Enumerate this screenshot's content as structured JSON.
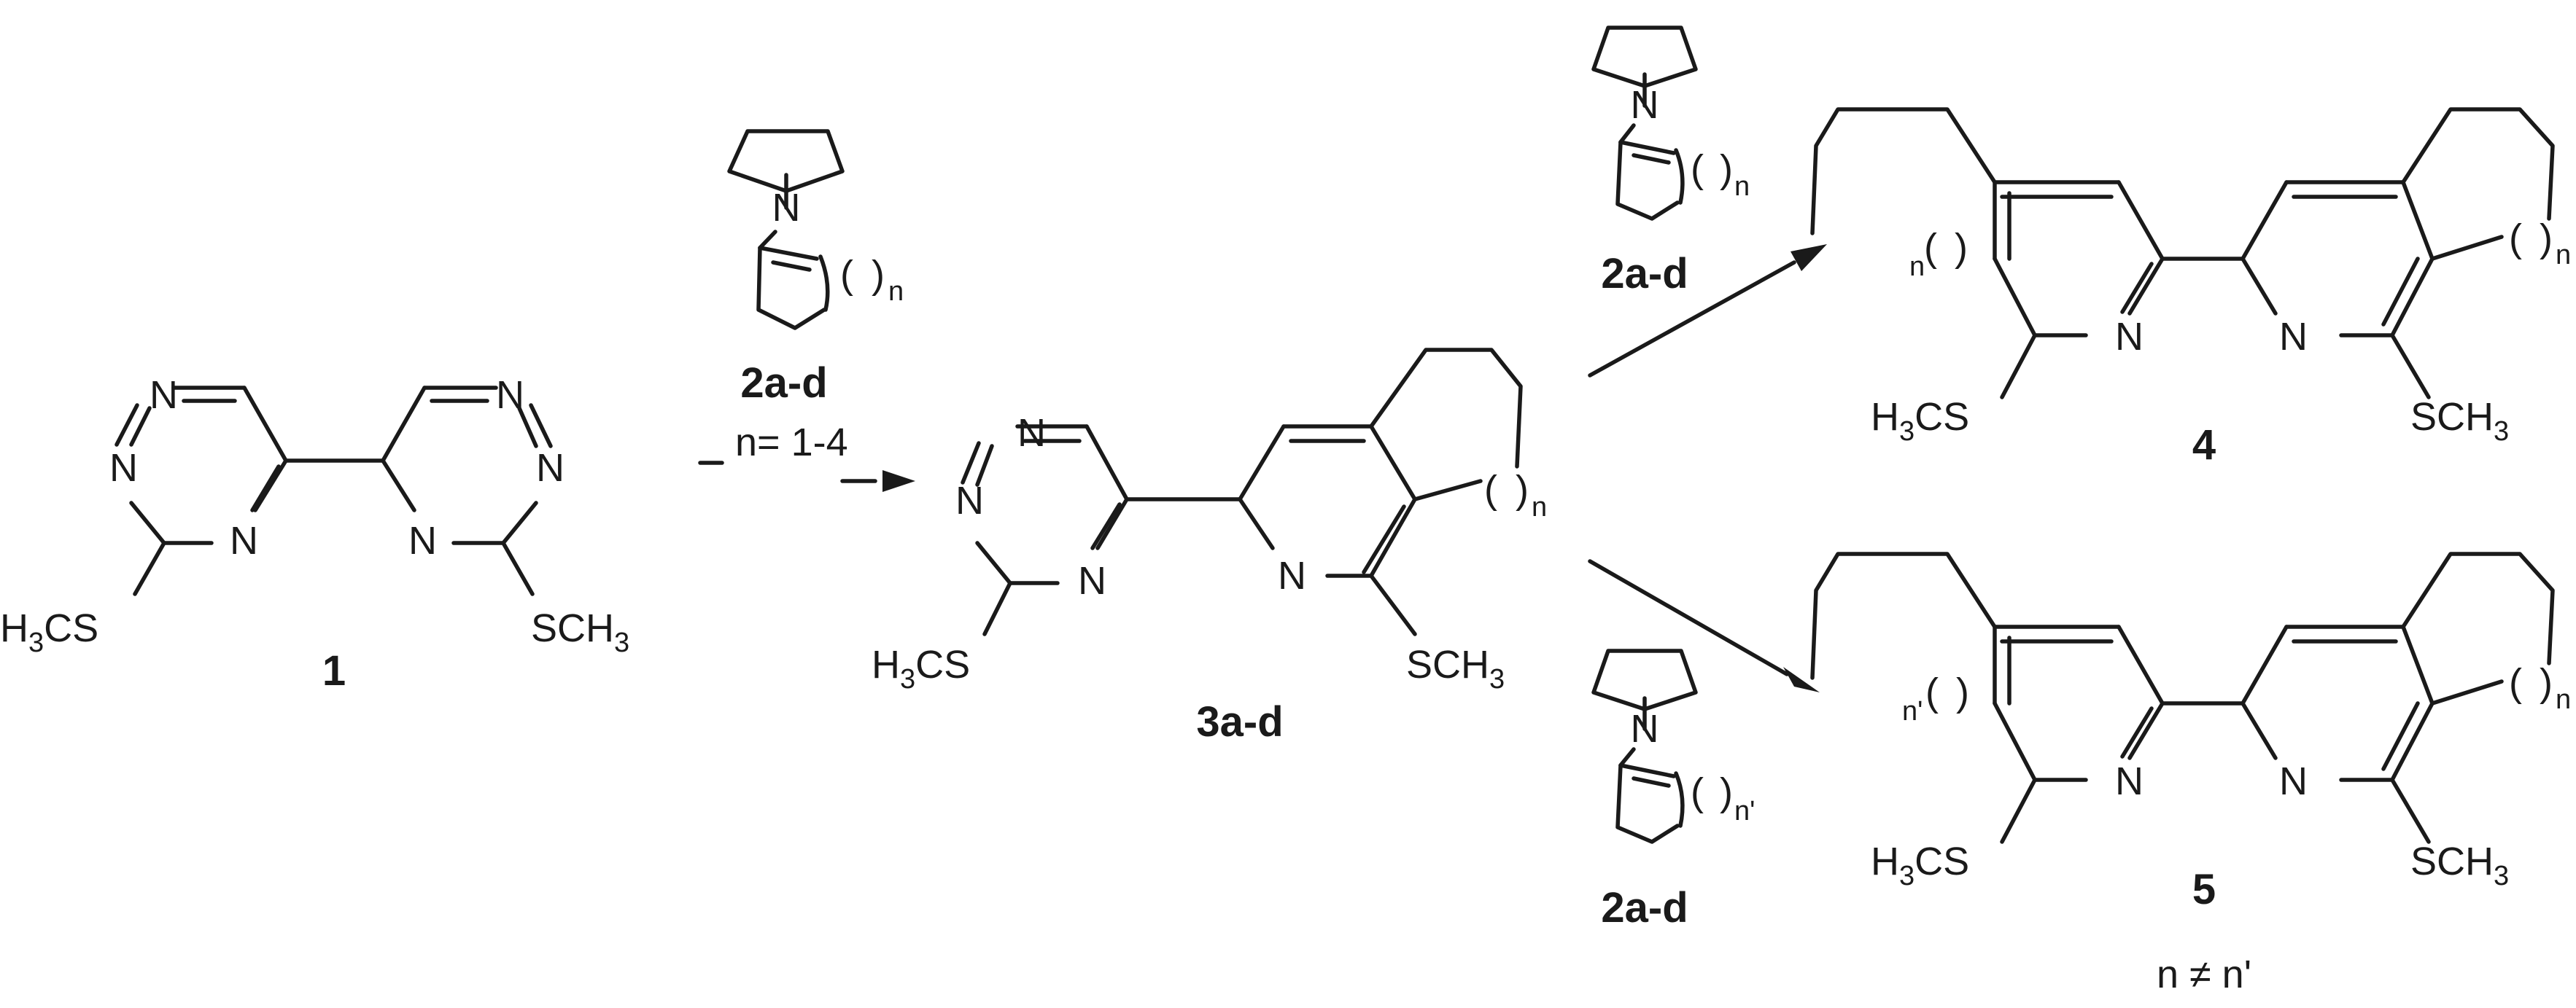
{
  "scheme": {
    "compound_labels": {
      "c1": "1",
      "c2_top": "2a-d",
      "c2_upper": "2a-d",
      "c2_lower": "2a-d",
      "c3": "3a-d",
      "c4": "4",
      "c5": "5"
    },
    "conditions": {
      "n_range": "n= 1-4",
      "n_neq": "n ≠ n'"
    },
    "atoms": {
      "N": "N",
      "S": "S",
      "C": "C",
      "H": "H",
      "H3": "3",
      "paren_open": "(",
      "paren_close": ")",
      "n": "n",
      "n_prime": "n'",
      "methylthio_left": "H3CS",
      "methylthio_right": "SCH3"
    }
  }
}
